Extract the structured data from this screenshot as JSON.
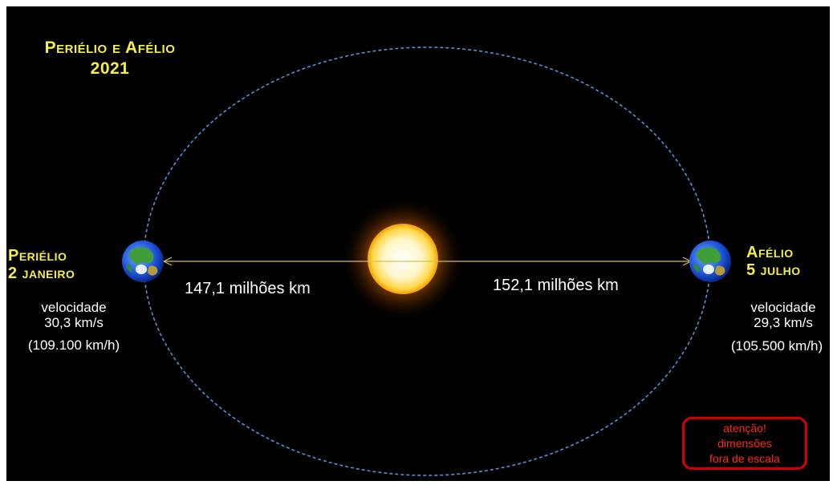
{
  "title": {
    "line1": "Periélio e Afélio",
    "line2": "2021"
  },
  "perihelion": {
    "name": "Periélio",
    "date": "2 janeiro",
    "velocity_label": "velocidade",
    "velocity_kms": "30,3 km/s",
    "velocity_kmh": "(109.100 km/h)",
    "distance": "147,1 milhões km"
  },
  "aphelion": {
    "name": "Afélio",
    "date": "5 julho",
    "velocity_label": "velocidade",
    "velocity_kms": "29,3 km/s",
    "velocity_kmh": "(105.500 km/h)",
    "distance": "152,1 milhões km"
  },
  "warning": {
    "line1": "atenção!",
    "line2": "dimensões",
    "line3": "fora de escala"
  },
  "colors": {
    "background": "#000000",
    "title_yellow": "#f2ee4a",
    "orbit_blue": "#5b8ed8",
    "distance_line": "#d8c24a",
    "warning_red": "#d40000"
  },
  "icons": {
    "sun": "sun-icon",
    "earth": "earth-icon"
  }
}
